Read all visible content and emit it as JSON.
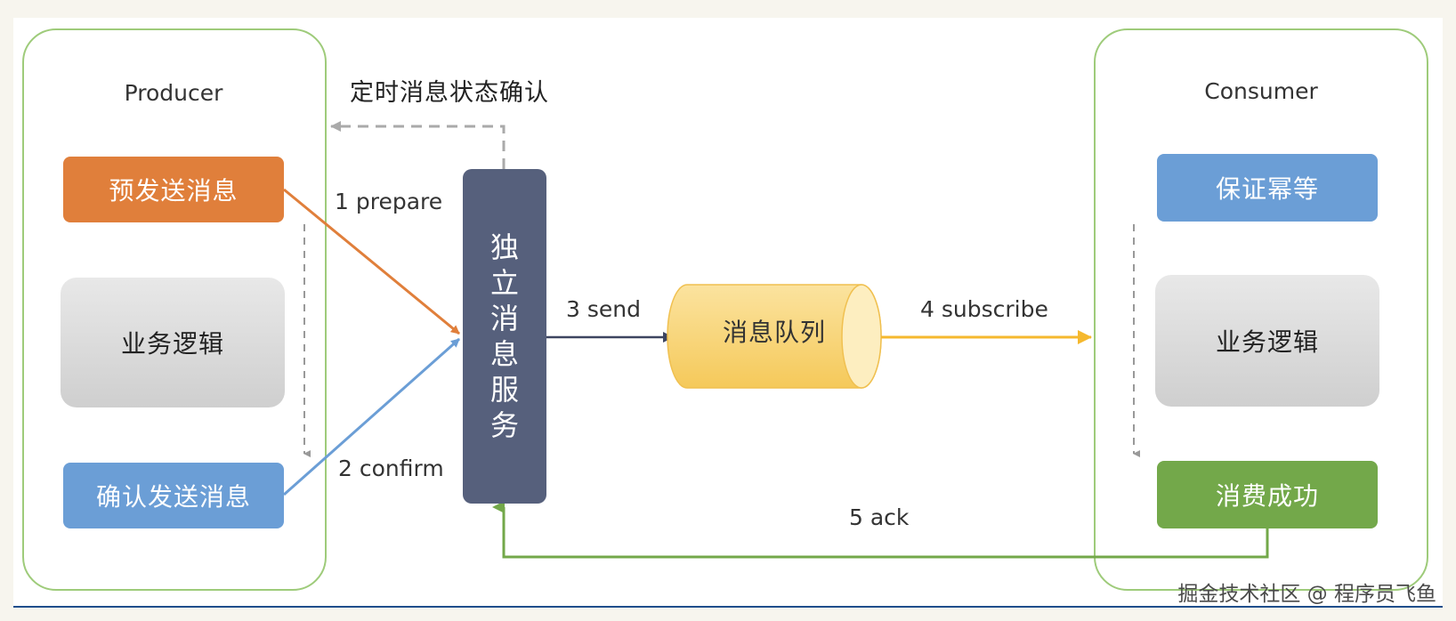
{
  "groups": {
    "producer": {
      "title": "Producer"
    },
    "consumer": {
      "title": "Consumer"
    }
  },
  "producer_boxes": {
    "pre_send": "预发送消息",
    "business_logic": "业务逻辑",
    "confirm_send": "确认发送消息"
  },
  "service": {
    "label": "独立消息服务"
  },
  "queue": {
    "label": "消息队列"
  },
  "consumer_boxes": {
    "idempotent": "保证幂等",
    "business_logic": "业务逻辑",
    "consume_success": "消费成功"
  },
  "edges": {
    "prepare": "1 prepare",
    "confirm": "2 confirm",
    "send": "3 send",
    "subscribe": "4 subscribe",
    "ack": "5 ack",
    "timed_check": "定时消息状态确认"
  },
  "watermark": "掘金技术社区 @ 程序员飞鱼",
  "colors": {
    "orange": "#e07f3b",
    "blue": "#6b9ed6",
    "green": "#73a84a",
    "service": "#56607c",
    "queue": "#f7cf6e",
    "group_border": "#9ecb7a"
  }
}
